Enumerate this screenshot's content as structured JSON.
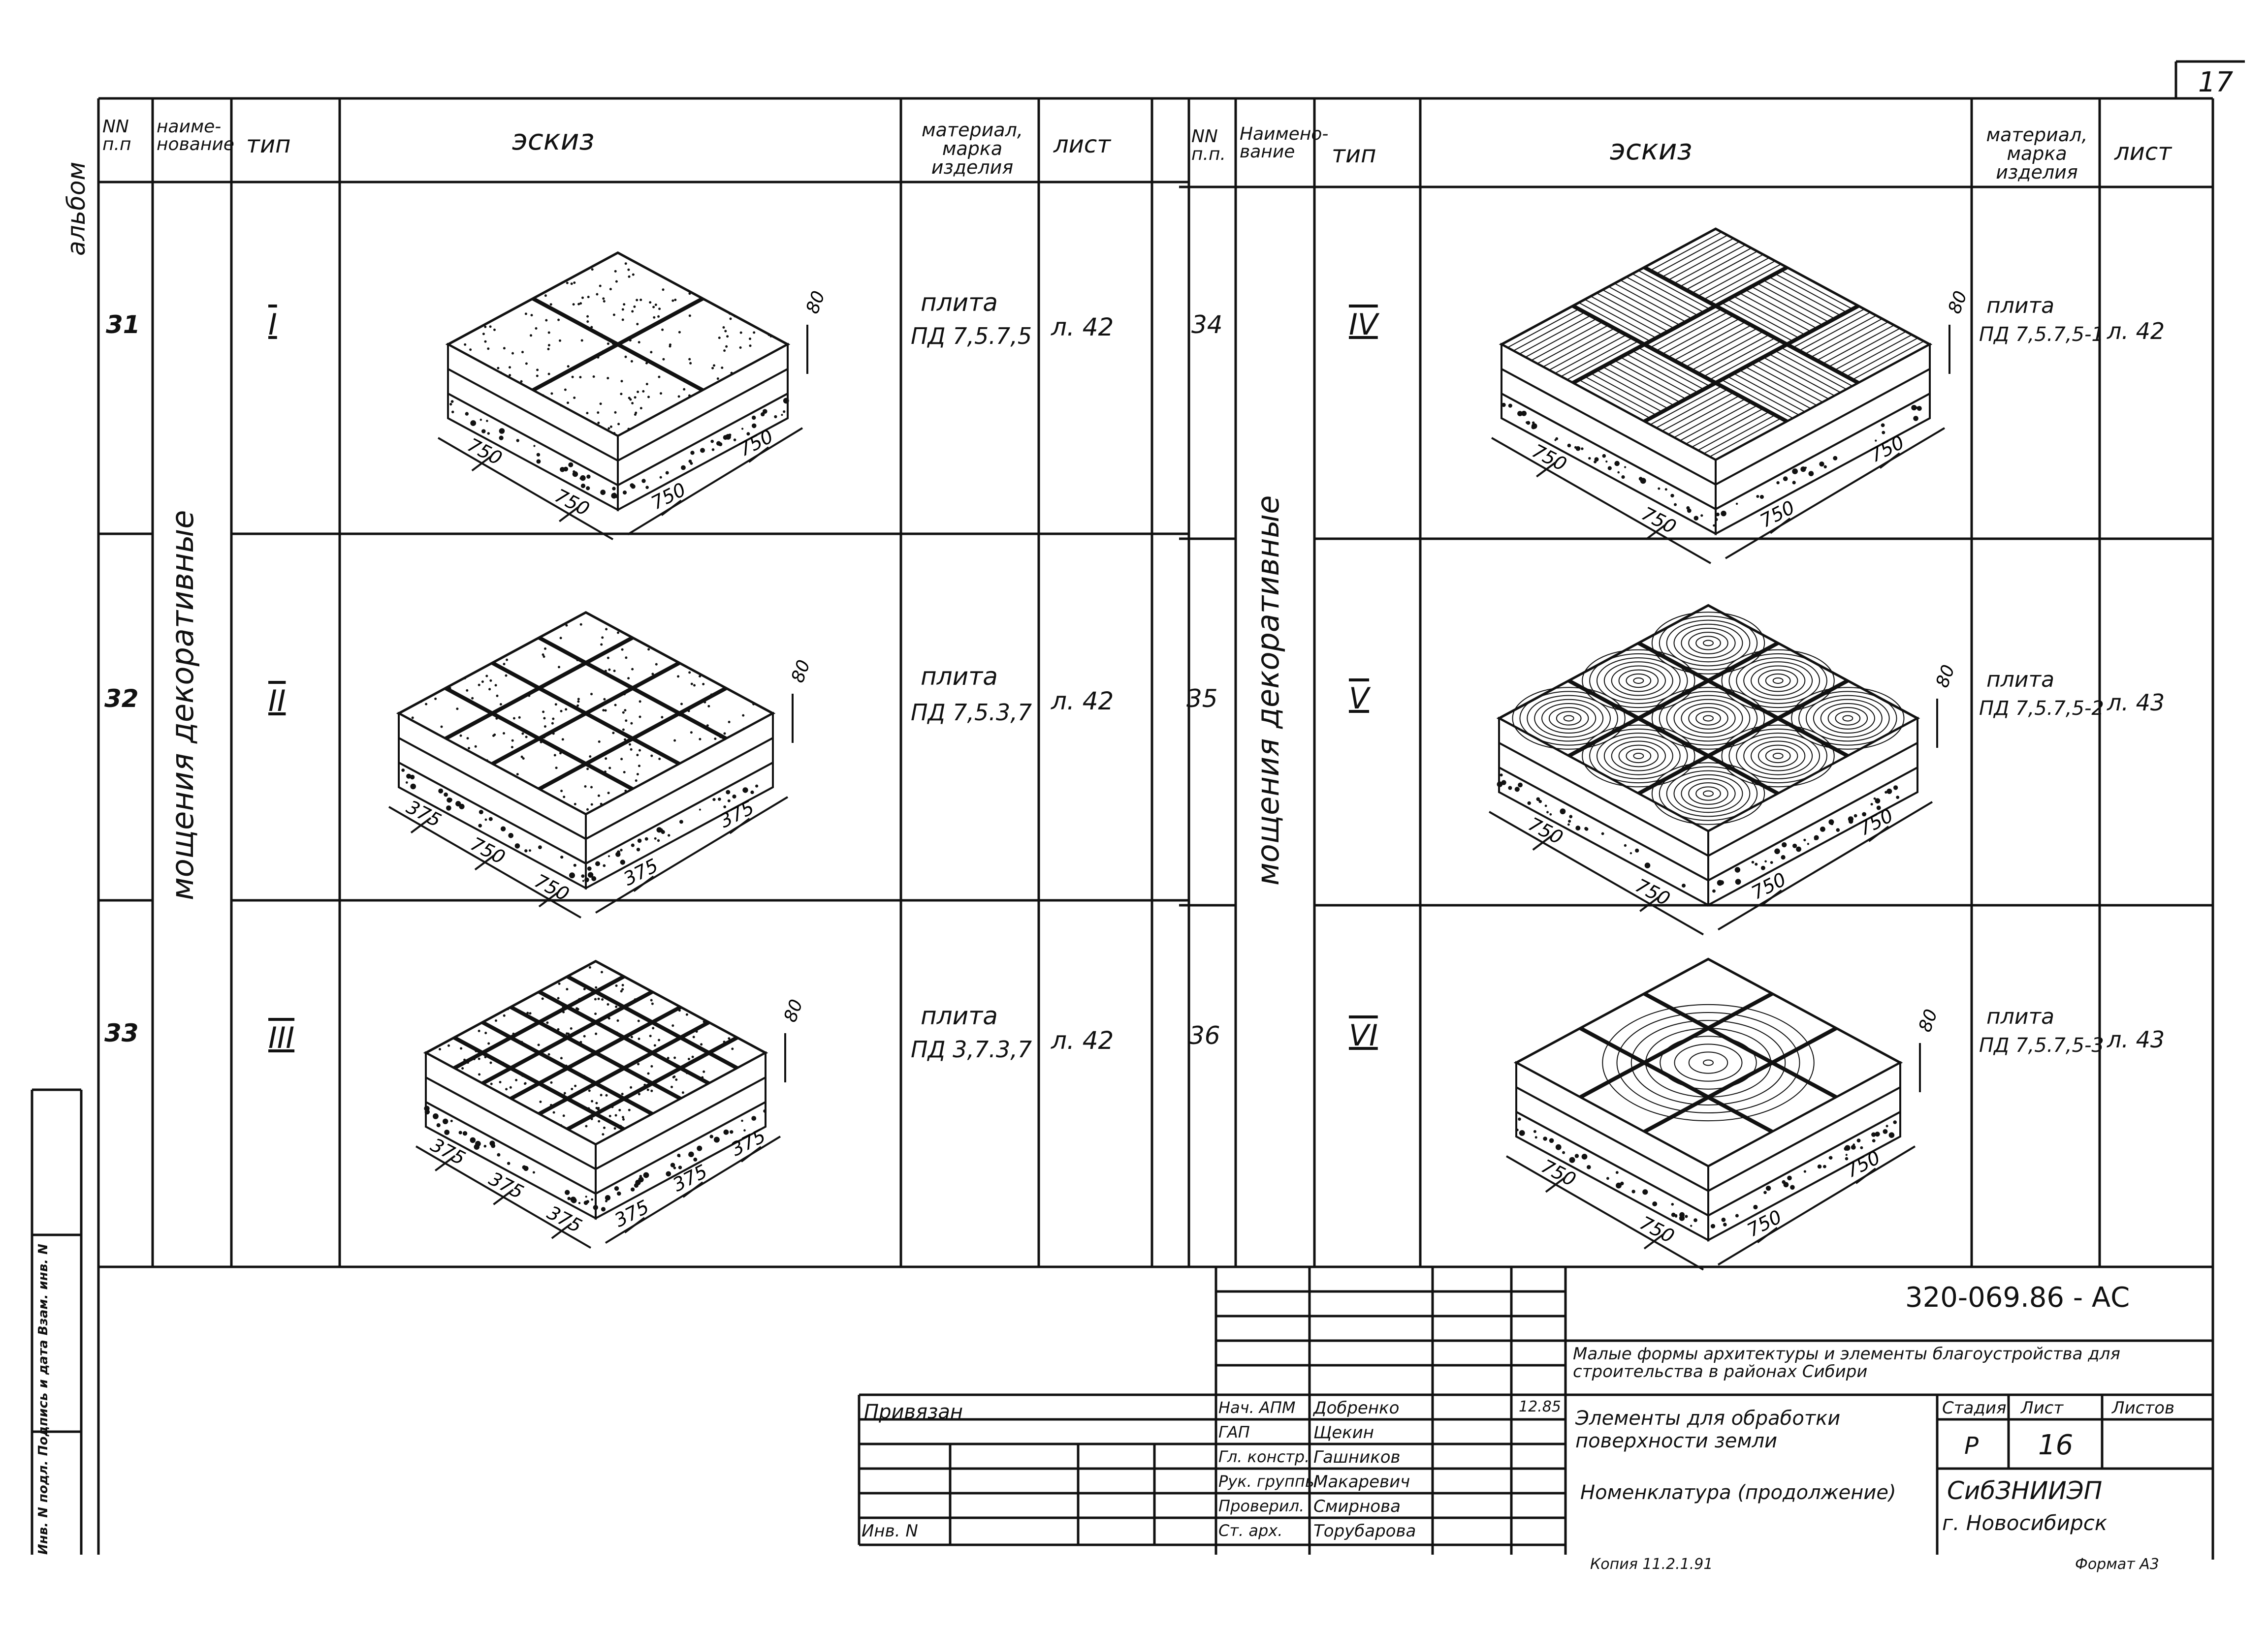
{
  "page_number": "17",
  "album_label": "альбом",
  "columns_left": {
    "nn": "NN п.п",
    "name": "наиме-нование",
    "type": "тип",
    "sketch": "эскиз",
    "material": "материал, марка изделия",
    "sheet": "лист"
  },
  "columns_right": {
    "nn": "NN п.п.",
    "name": "Наимено-вание",
    "type": "тип",
    "sketch": "эскиз",
    "material": "материал, марка изделия",
    "sheet": "лист"
  },
  "group_name": "мощения декоративные",
  "rows_left": [
    {
      "nn": "31",
      "type": "I",
      "material_1": "плита",
      "material_2": "ПД 7,5.7,5",
      "sheet": "л. 42",
      "dims": [
        "750",
        "750",
        "750",
        "750"
      ],
      "height": "80"
    },
    {
      "nn": "32",
      "type": "II",
      "material_1": "плита",
      "material_2": "ПД 7,5.3,7",
      "sheet": "л. 42",
      "dims": [
        "375",
        "750",
        "750",
        "375",
        "375"
      ],
      "height": "80"
    },
    {
      "nn": "33",
      "type": "III",
      "material_1": "плита",
      "material_2": "ПД 3,7.3,7",
      "sheet": "л. 42",
      "dims": [
        "375",
        "375",
        "375",
        "375",
        "375",
        "375"
      ],
      "height": "80"
    }
  ],
  "rows_right": [
    {
      "nn": "34",
      "type": "IV",
      "material_1": "плита",
      "material_2": "ПД 7,5.7,5-1",
      "sheet": "л. 42",
      "dims": [
        "750",
        "750",
        "750",
        "750"
      ],
      "height": "80"
    },
    {
      "nn": "35",
      "type": "V",
      "material_1": "плита",
      "material_2": "ПД 7,5.7,5-2",
      "sheet": "л. 43",
      "dims": [
        "750",
        "750",
        "750",
        "750"
      ],
      "height": "80"
    },
    {
      "nn": "36",
      "type": "VI",
      "material_1": "плита",
      "material_2": "ПД 7,5.7,5-3",
      "sheet": "л. 43",
      "dims": [
        "750",
        "750",
        "750",
        "750"
      ],
      "height": "80"
    }
  ],
  "left_margin_text": "Инв. N подл. Подпись и дата Взам. инв. N",
  "title_block": {
    "doc_code": "320-069.86 - АС",
    "project": "Малые формы архитектуры и элементы благоустройства для строительства в районах Сибири",
    "privyazan": "Привязан",
    "inv": "Инв. N",
    "roles": [
      "Нач. АПМ",
      "ГАП",
      "Гл. констр.",
      "Рук. группы",
      "Проверил.",
      "Ст. арх."
    ],
    "names": [
      "Добренко",
      "Щекин",
      "Гашников",
      "Макаревич",
      "Смирнова",
      "Торубарова"
    ],
    "date": "12.85",
    "subject": "Элементы для обработки поверхности земли",
    "sheet_title": "Номенклатура (продолжение)",
    "stage_label": "Стадия",
    "sheet_label": "Лист",
    "sheets_label": "Листов",
    "stage": "Р",
    "sheet_no": "16",
    "org": "СибЗНИИЭП",
    "city": "г. Новосибирск",
    "copied": "Копия 11.2.1.91",
    "format": "Формат А3"
  }
}
